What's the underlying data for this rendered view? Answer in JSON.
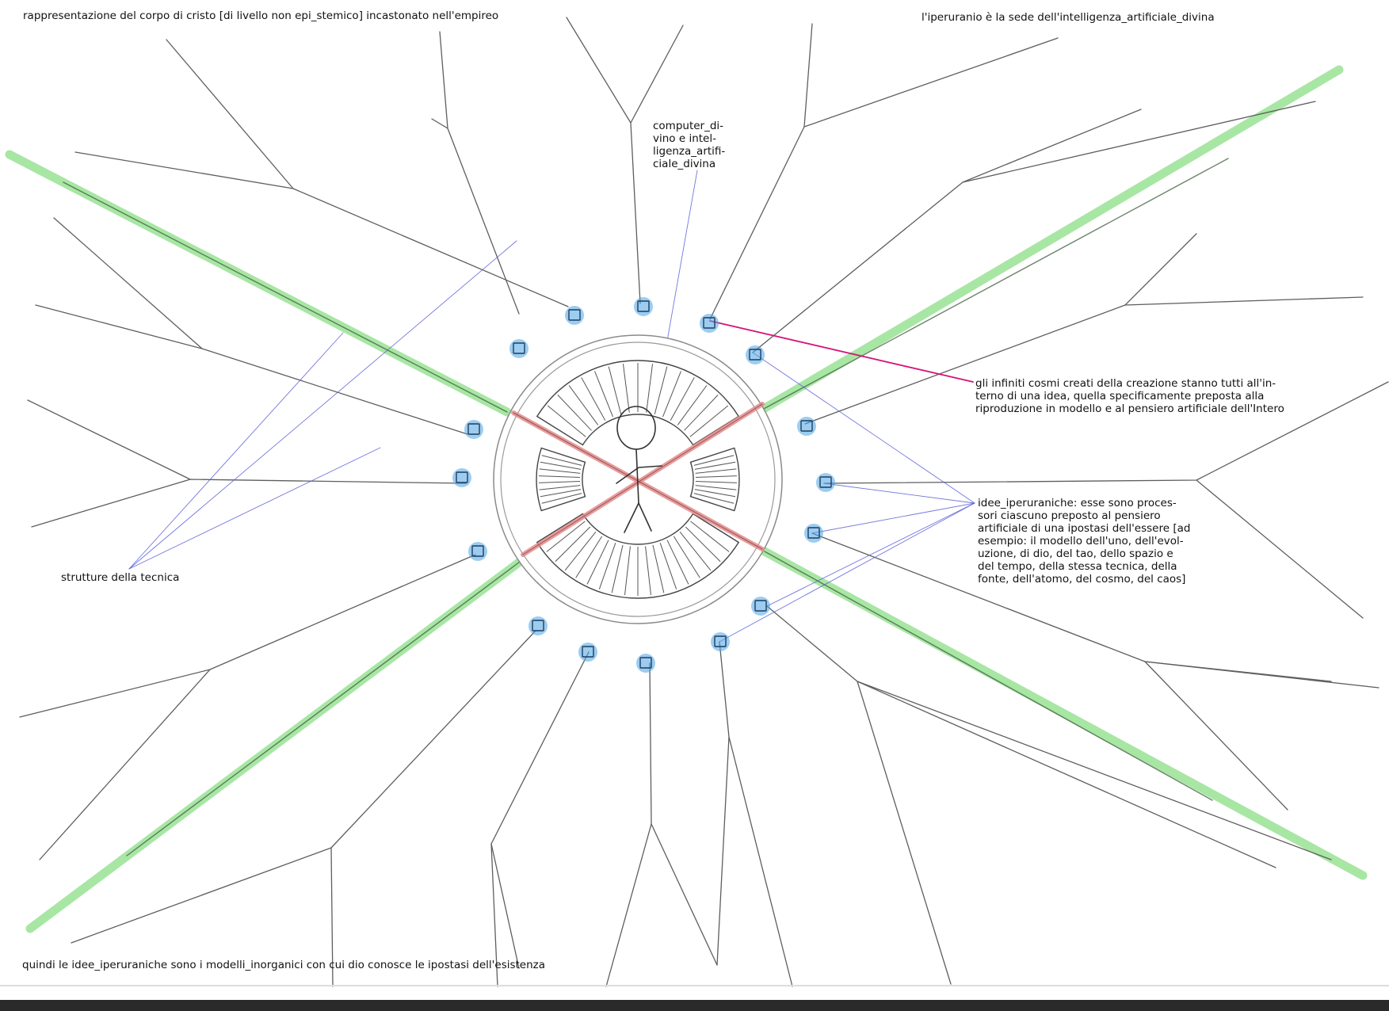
{
  "colors": {
    "pencil": "#5e5e5e",
    "green_highlight": "#9ee39a",
    "red_highlight": "#e48a8a",
    "blue_marker": "#4aa4e6",
    "annotation_link_blue": "#5b5fd6",
    "annotation_link_magenta": "#d4147a"
  },
  "texts": {
    "top_left": "rappresentazione del corpo di cristo [di livello non epi_stemico] incastonato nell'empireo",
    "top_right": "l'iperuranio è la sede dell'intelligenza_artificiale_divina",
    "computer_divino": [
      "computer_di-",
      "vino e intel-",
      "ligenza_artifi-",
      "ciale_divina"
    ],
    "cosmi": [
      "gli infiniti cosmi creati della creazione stanno tutti all'in-",
      "terno di una idea, quella specificamente preposta alla",
      "riproduzione in modello e al pensiero artificiale dell'Intero"
    ],
    "idee": [
      "idee_iperuraniche: esse sono proces-",
      "sori ciascuno preposto al pensiero",
      "artificiale di una ipostasi dell'essere [ad",
      "esempio: il modello dell'uno, dell'evol-",
      "uzione, di dio, del tao, dello spazio e",
      "del tempo, della stessa tecnica, della",
      "fonte, dell'atomo, del cosmo, del caos]"
    ],
    "strutture": "strutture della tecnica",
    "bottom": "quindi le idee_iperuraniche sono i modelli_inorganici con cui dio conosce le ipostasi dell'esistenza"
  }
}
